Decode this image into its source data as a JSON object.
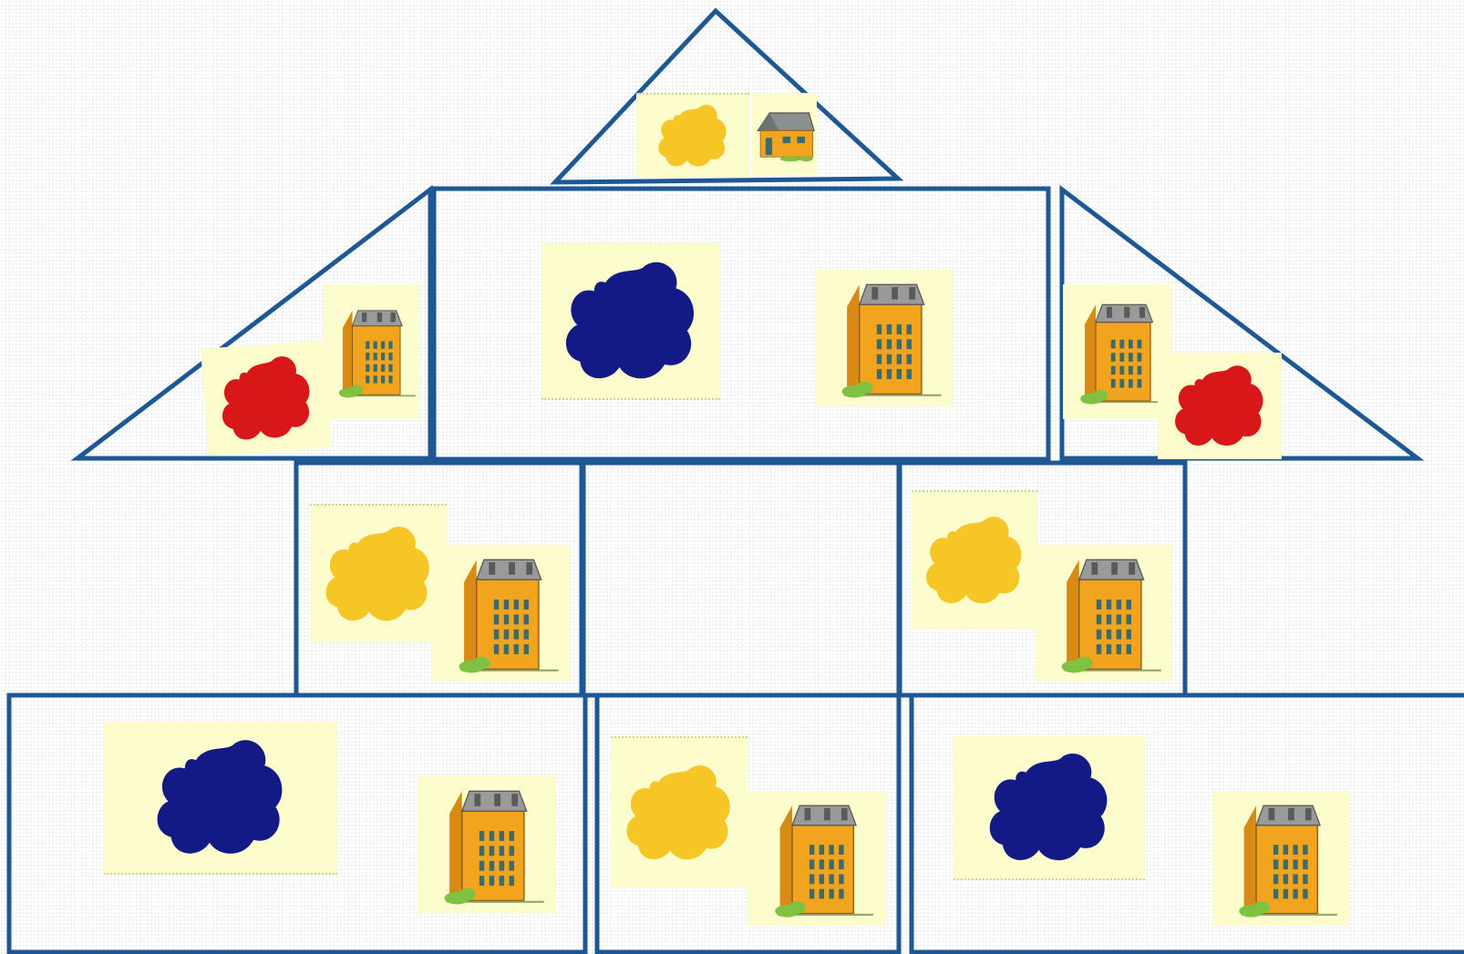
{
  "colors": {
    "outline": "#1d5894",
    "card_background": "#fdfccd",
    "blue": "#141a85",
    "yellow": "#f6c626",
    "red": "#d81818",
    "building_wall": "#f3a41f",
    "building_roof": "#9a9a9a",
    "building_window": "#3d6b6b",
    "bush": "#7fc241"
  },
  "layout_rows": [
    {
      "row": "roof-peak",
      "pieces": [
        {
          "color": "yellow",
          "building": "small-house"
        }
      ]
    },
    {
      "row": "upper",
      "pieces": [
        {
          "color": "red",
          "building": "apartment-building"
        },
        {
          "color": "blue",
          "building": "apartment-building"
        },
        {
          "color": "red",
          "building": "apartment-building"
        }
      ]
    },
    {
      "row": "middle",
      "pieces": [
        {
          "color": "yellow",
          "building": "apartment-building"
        },
        {
          "color": "",
          "building": ""
        },
        {
          "color": "yellow",
          "building": "apartment-building"
        }
      ]
    },
    {
      "row": "bottom",
      "pieces": [
        {
          "color": "blue",
          "building": "apartment-building"
        },
        {
          "color": "yellow",
          "building": "apartment-building"
        },
        {
          "color": "blue",
          "building": "apartment-building"
        }
      ]
    }
  ],
  "icons": [
    "color-blob-icon",
    "apartment-building-icon",
    "small-house-icon"
  ]
}
